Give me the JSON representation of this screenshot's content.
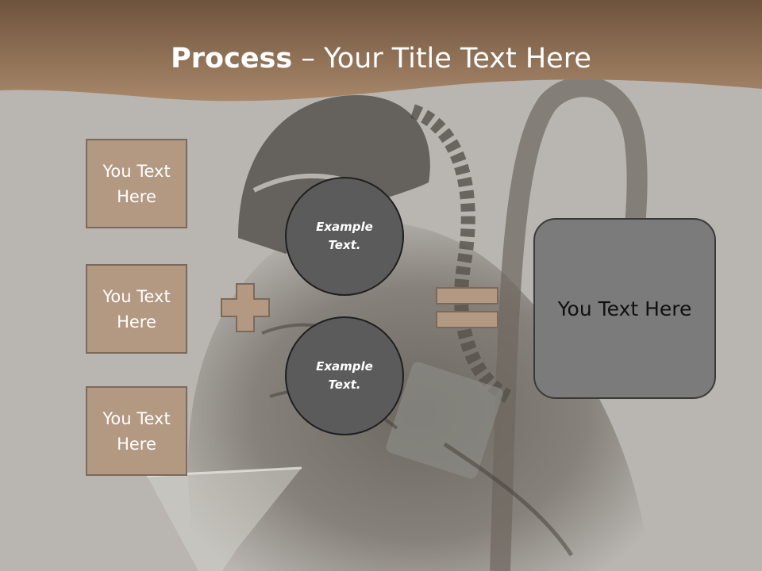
{
  "slide": {
    "title_strong": "Process",
    "title_rest": " – Your Title Text Here"
  },
  "inputs": [
    {
      "text": "You Text Here"
    },
    {
      "text": "You Text Here"
    },
    {
      "text": "You Text Here"
    }
  ],
  "circles": [
    {
      "text": "Example Text."
    },
    {
      "text": "Example Text."
    }
  ],
  "result": {
    "text": "You Text Here"
  },
  "colors": {
    "header": "#8b6a4d",
    "box_fill": "#b39882",
    "circle_fill": "#5b5b5b",
    "result_fill": "#7b7b7b"
  }
}
